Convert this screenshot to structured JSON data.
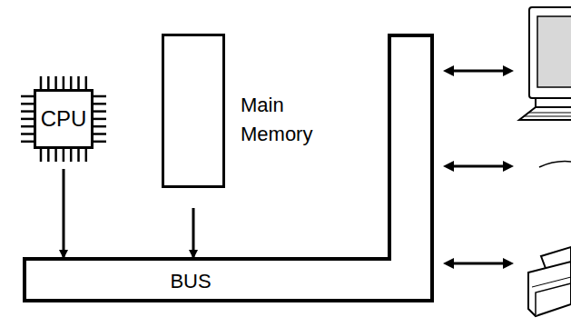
{
  "diagram": {
    "nodes": [
      {
        "text": [
          "CPU"
        ]
      },
      {
        "text": [
          "Main Memory"
        ]
      },
      {
        "text": [
          "BUS"
        ]
      }
    ],
    "edges": [
      {
        "from": 0,
        "to": 2,
        "arrow": "to"
      },
      {
        "from": 1,
        "to": 2,
        "arrow": "to"
      }
    ]
  }
}
